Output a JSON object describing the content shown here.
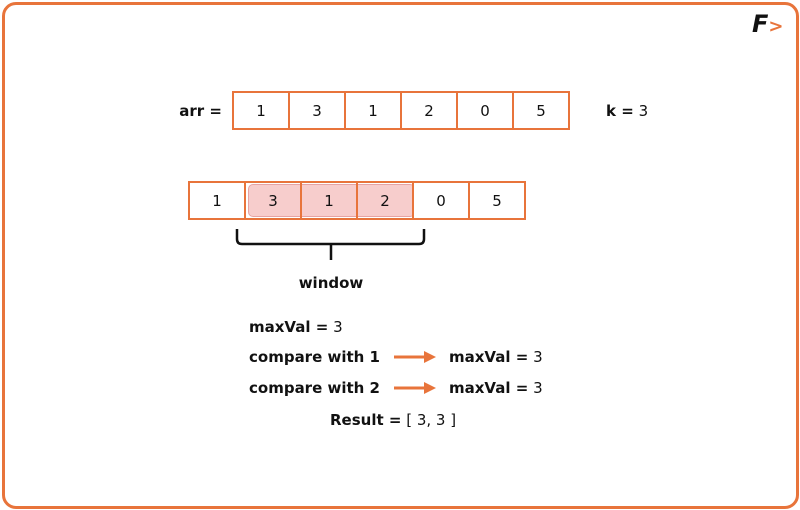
{
  "logo": {
    "text": "F",
    "accent": ">"
  },
  "top": {
    "arr_label": "arr =",
    "values": [
      "1",
      "3",
      "1",
      "2",
      "0",
      "5"
    ],
    "k_label": "k =",
    "k_value": "3"
  },
  "window_array": {
    "values": [
      "1",
      "3",
      "1",
      "2",
      "0",
      "5"
    ],
    "highlight_range": [
      1,
      3
    ],
    "window_label": "window"
  },
  "steps": {
    "init_label": "maxVal =",
    "init_value": "3",
    "rows": [
      {
        "label": "compare with 1",
        "result_label": "maxVal =",
        "result_value": "3"
      },
      {
        "label": "compare with 2",
        "result_label": "maxVal =",
        "result_value": "3"
      }
    ],
    "result_label": "Result =",
    "result_value": "[ 3, 3 ]"
  },
  "colors": {
    "accent": "#E8743B",
    "highlight": "#F7CDCC"
  }
}
